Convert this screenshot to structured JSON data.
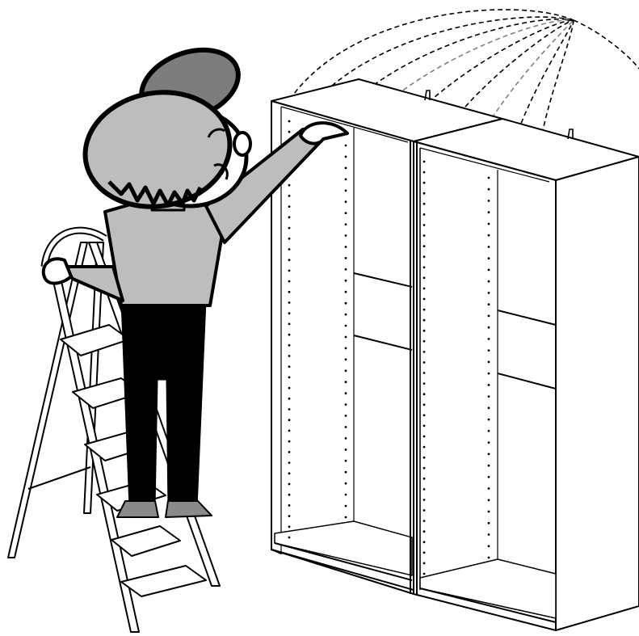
{
  "illustration": {
    "subject": "assembly-step-wardrobe-frames",
    "colors": {
      "outline": "#000000",
      "panel_fill": "#ffffff",
      "figure_gray": "#bdbdbd",
      "figure_dark_gray": "#7d7d7d",
      "shoe_gray": "#8a8a8a",
      "pants": "#000000",
      "arc_black": "#000000",
      "arc_gray": "#808080"
    },
    "icons": [
      "person-figure",
      "step-ladder",
      "wardrobe-frame",
      "wall-anchor-bracket",
      "measurement-arc"
    ]
  }
}
